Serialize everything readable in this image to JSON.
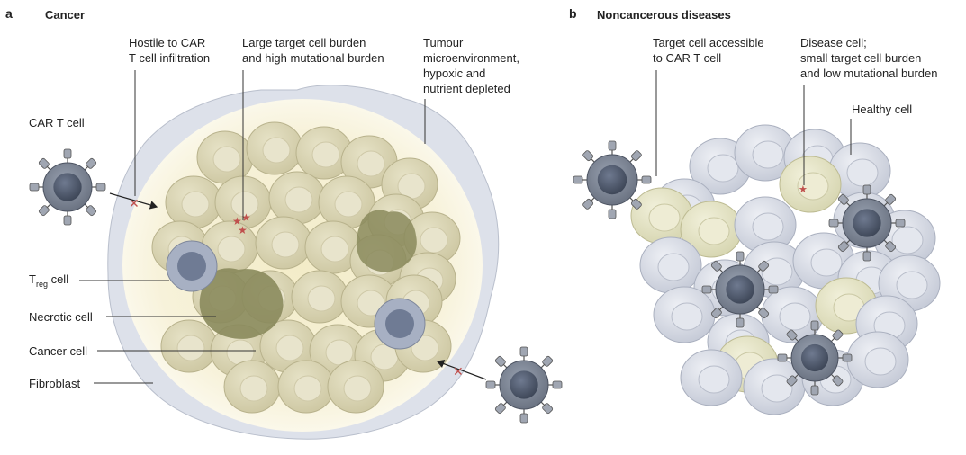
{
  "panel_a": {
    "letter": "a",
    "title": "Cancer",
    "labels": {
      "hostile": [
        "Hostile to CAR",
        "T cell infiltration"
      ],
      "burden": [
        "Large target cell burden",
        "and high mutational burden"
      ],
      "tme": [
        "Tumour",
        "microenvironment,",
        "hypoxic and",
        "nutrient depleted"
      ],
      "car_t": "CAR T cell",
      "treg_main": "T",
      "treg_sub": "reg",
      "treg_suffix": " cell",
      "necrotic": "Necrotic cell",
      "cancer_cell": "Cancer cell",
      "fibroblast": "Fibroblast"
    }
  },
  "panel_b": {
    "letter": "b",
    "title": "Noncancerous diseases",
    "labels": {
      "accessible": [
        "Target cell accessible",
        "to CAR T cell"
      ],
      "disease": [
        "Disease cell;",
        "small target cell burden",
        "and low mutational burden"
      ],
      "healthy": "Healthy cell"
    }
  },
  "colors": {
    "tumour_cell": "#ddd8b8",
    "tumour_nucleus": "#e8e4cc",
    "necrotic": "#8c8a5e",
    "tcell_outer": "#7c8592",
    "tcell_nucleus": "#505a6c",
    "treg": "#aab3c6",
    "fibroblast": "#d6dbe6",
    "healthy_cell": "#d8dce6",
    "disease_cell": "#e6e6c8",
    "star": "#c0504d"
  }
}
